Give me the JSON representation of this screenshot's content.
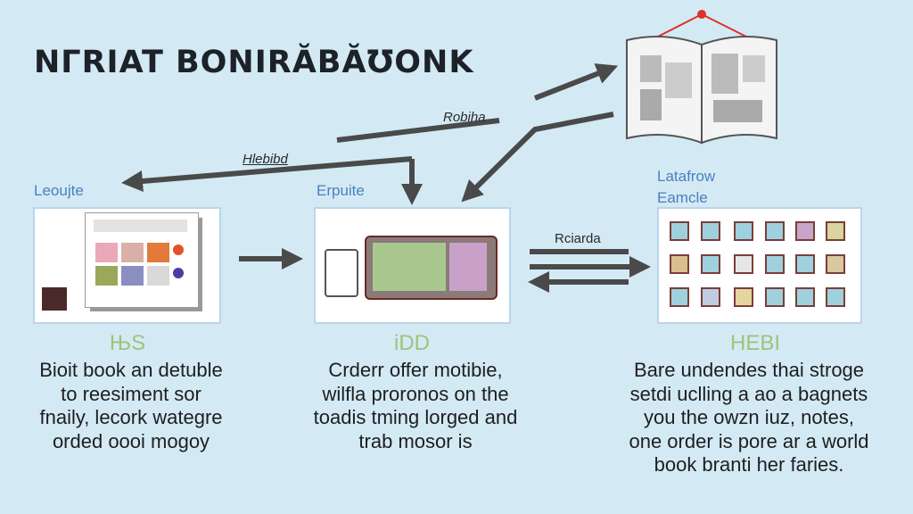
{
  "title": "NΓRIAT BONIRĂBĂ℧ONK",
  "arrow_labels": {
    "top": "Robiha",
    "middle": "Hlebibd",
    "right": "Rciarda"
  },
  "panels": [
    {
      "heading": "Leoujte",
      "caption": "ЊS",
      "description": [
        "Bioit book an detuble",
        "to reesiment sor",
        "fnaily, lecork wategre",
        "orded oooi mogoy"
      ]
    },
    {
      "heading": "Erpuite",
      "caption": "iDD",
      "description": [
        "Crderr offer motibie,",
        "wilfla proronos on the",
        "toadis tming lorged and",
        "trab mosor is"
      ]
    },
    {
      "heading": "Latafrow",
      "subheading": "Eamcle",
      "caption": "HEBI",
      "description": [
        "Bare  undendes thai stroge",
        "setdi uclling a ao a bagnets",
        "you the owzn iuz, notes,",
        "one  order is pore ar a world",
        "book branti her faries."
      ]
    }
  ],
  "colors": {
    "background": "#d3eaf5",
    "arrow": "#4a4a4a",
    "heading": "#4a7fc1",
    "caption": "#9cc47a",
    "ribbon": "#e0302a"
  }
}
